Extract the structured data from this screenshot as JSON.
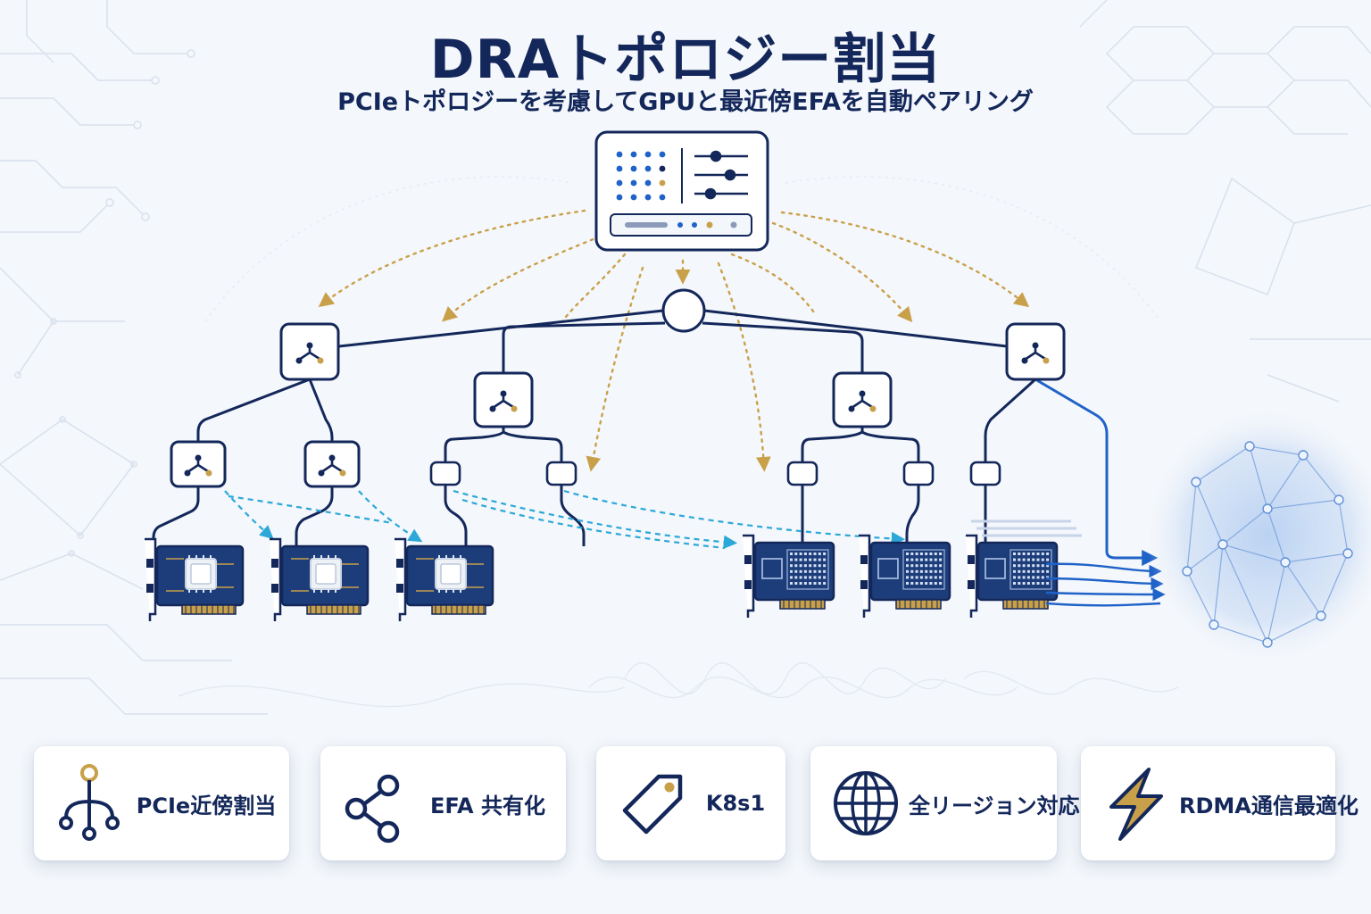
{
  "title": "DRAトポロジー割当",
  "subtitle": "PCIeトポロジーを考慮してGPUと最近傍EFAを自動ペアリング",
  "diagram": {
    "nodes": [
      "controller-panel",
      "root-complex",
      "pcie-switch",
      "pcie-bridge",
      "gpu-card",
      "efa-nic-card",
      "network-cloud"
    ],
    "links": [
      "pcie-link",
      "dra-allocation-arrow",
      "gpu-efa-pairing",
      "rdma-traffic"
    ]
  },
  "features": [
    {
      "label": "PCIe近傍割当",
      "icon": "topology-tree-icon"
    },
    {
      "label": "EFA 共有化",
      "icon": "share-nodes-icon"
    },
    {
      "label": "K8s1",
      "icon": "tag-icon"
    },
    {
      "label": "全リージョン対応",
      "icon": "globe-icon"
    },
    {
      "label": "RDMA通信最適化",
      "icon": "lightning-icon"
    }
  ],
  "colors": {
    "navy": "#13275a",
    "gold": "#c9a04a",
    "cyan": "#2ba8d8",
    "blue": "#1f62c8",
    "card_blue": "#1d3d7a"
  }
}
